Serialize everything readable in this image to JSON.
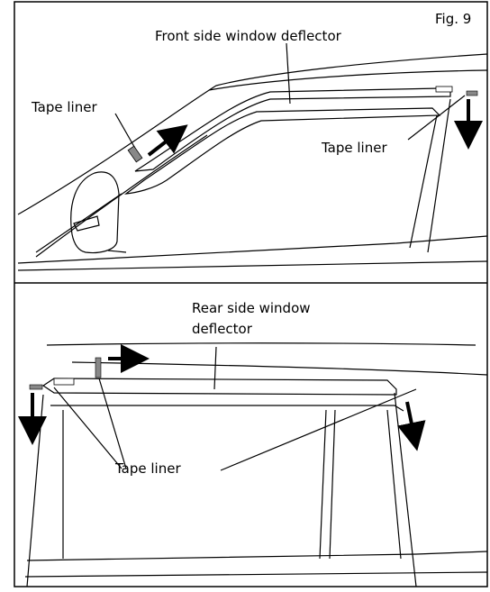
{
  "figure": {
    "number": "Fig. 9"
  },
  "top_panel": {
    "title": "Front side window deflector",
    "left_label": "Tape liner",
    "right_label": "Tape liner"
  },
  "bottom_panel": {
    "title_line1": "Rear side window",
    "title_line2": "deflector",
    "label": "Tape liner"
  },
  "colors": {
    "line": "#000000",
    "tape": "#888888",
    "background": "#ffffff"
  }
}
